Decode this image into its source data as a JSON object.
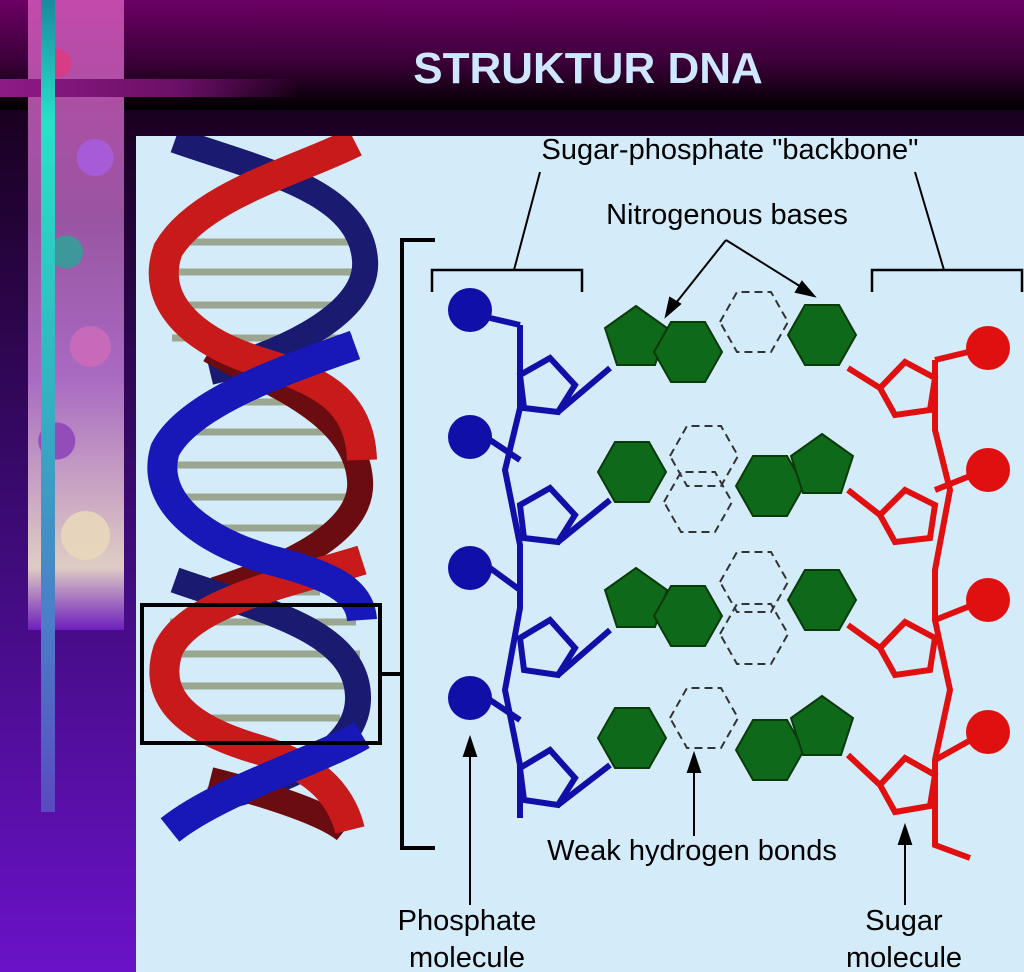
{
  "slide": {
    "title": "STRUKTUR DNA"
  },
  "diagram": {
    "labels": {
      "backbone": "Sugar-phosphate \"backbone\"",
      "bases": "Nitrogenous bases",
      "hydrogen_bonds": "Weak hydrogen bonds",
      "phosphate_line1": "Phosphate",
      "phosphate_line2": "molecule",
      "sugar_line1": "Sugar",
      "sugar_line2": "molecule"
    },
    "colors": {
      "phosphate_strand": "#1010a8",
      "sugar_strand": "#e01010",
      "base": "#0e6a1a",
      "panel_bg": "#d4ecfa",
      "helix_red": "#c01818",
      "helix_blue": "#1818b0",
      "title": "#cfe6ff"
    }
  }
}
